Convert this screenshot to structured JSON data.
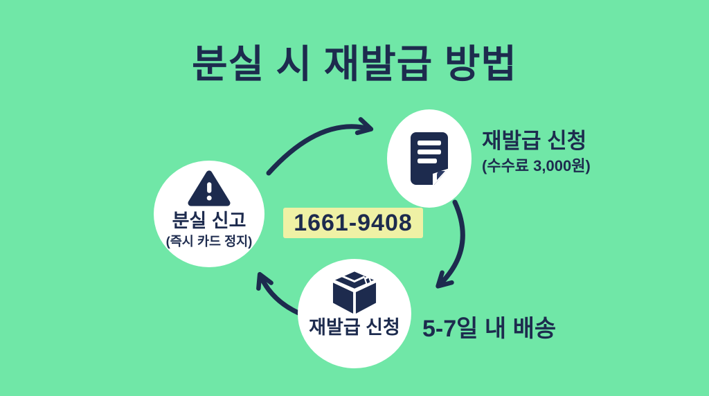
{
  "title": "분실 시 재발급 방법",
  "phone_number": "1661-9408",
  "colors": {
    "background": "#70e7a7",
    "background_edge": "#82efb8",
    "navy": "#1d2b4e",
    "highlight": "#eff1a5",
    "circle": "#ffffff"
  },
  "steps": {
    "report": {
      "icon": "warning-triangle-icon",
      "label": "분실 신고",
      "sub": "(즉시 카드 정지)"
    },
    "apply": {
      "icon": "document-icon",
      "label": "재발급 신청",
      "sub": "(수수료 3,000원)"
    },
    "delivery": {
      "icon": "package-box-icon",
      "label": "재발급 신청",
      "caption": "5-7일 내 배송"
    }
  }
}
